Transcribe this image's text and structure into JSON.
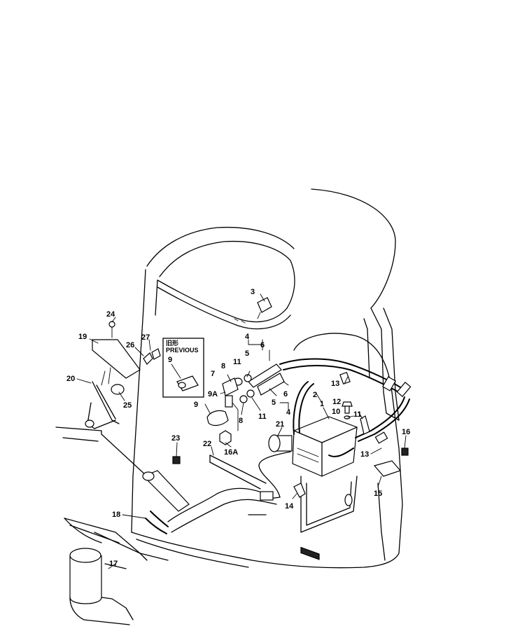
{
  "previous_box": {
    "title_jp": "旧形",
    "title_en": "PREVIOUS",
    "part": "9"
  },
  "callouts": [
    {
      "id": "c3",
      "text": "3"
    },
    {
      "id": "c24",
      "text": "24"
    },
    {
      "id": "c19",
      "text": "19"
    },
    {
      "id": "c27",
      "text": "27"
    },
    {
      "id": "c26",
      "text": "26"
    },
    {
      "id": "c20",
      "text": "20"
    },
    {
      "id": "c25",
      "text": "25"
    },
    {
      "id": "c4a",
      "text": "4"
    },
    {
      "id": "c6a",
      "text": "6"
    },
    {
      "id": "c5a",
      "text": "5"
    },
    {
      "id": "c11a",
      "text": "11"
    },
    {
      "id": "c8a",
      "text": "8"
    },
    {
      "id": "c7",
      "text": "7"
    },
    {
      "id": "c9a",
      "text": "9A"
    },
    {
      "id": "c9",
      "text": "9"
    },
    {
      "id": "c8b",
      "text": "8"
    },
    {
      "id": "c11b",
      "text": "11"
    },
    {
      "id": "c5b",
      "text": "5"
    },
    {
      "id": "c6b",
      "text": "6"
    },
    {
      "id": "c4b",
      "text": "4"
    },
    {
      "id": "c2",
      "text": "2"
    },
    {
      "id": "c1",
      "text": "1"
    },
    {
      "id": "c13a",
      "text": "13"
    },
    {
      "id": "c12",
      "text": "12"
    },
    {
      "id": "c10",
      "text": "10"
    },
    {
      "id": "c11c",
      "text": "11"
    },
    {
      "id": "c16",
      "text": "16"
    },
    {
      "id": "c21",
      "text": "21"
    },
    {
      "id": "c13b",
      "text": "13"
    },
    {
      "id": "c23",
      "text": "23"
    },
    {
      "id": "c22",
      "text": "22"
    },
    {
      "id": "c16a",
      "text": "16A"
    },
    {
      "id": "c15",
      "text": "15"
    },
    {
      "id": "c14",
      "text": "14"
    },
    {
      "id": "c18",
      "text": "18"
    },
    {
      "id": "c17",
      "text": "17"
    }
  ]
}
